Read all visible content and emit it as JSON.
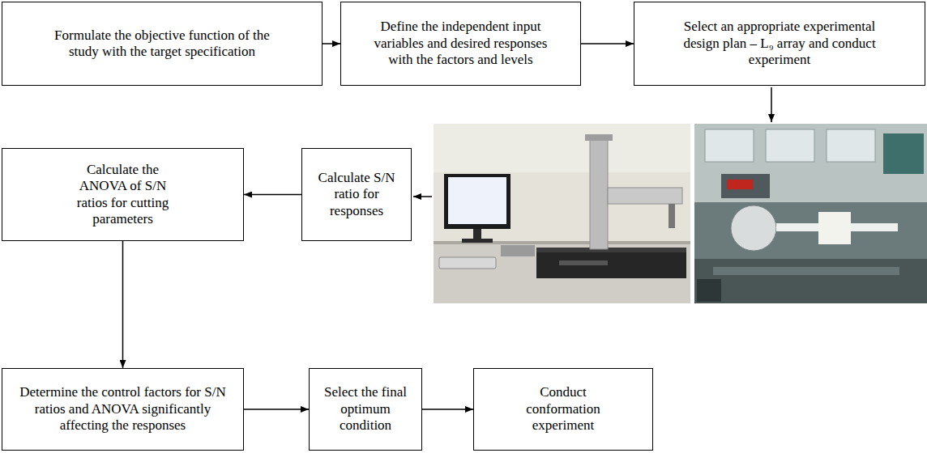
{
  "diagram": {
    "nodes": [
      {
        "text": [
          "Formulate the objective function of the study with the target specification"
        ]
      },
      {
        "text": [
          "Define the independent input variables and desired responses with the factors and levels"
        ]
      },
      {
        "text": [
          "Select an appropriate experimental design plan – L₉ array and conduct experiment"
        ]
      },
      {
        "text": [
          "Calculate S/N ratio for responses"
        ]
      },
      {
        "text": [
          "Calculate the ANOVA of S/N ratios for cutting parameters"
        ]
      },
      {
        "text": [
          "Determine the control factors for S/N ratios and ANOVA significantly affecting the responses"
        ]
      },
      {
        "text": [
          "Select the final optimum condition"
        ]
      },
      {
        "text": [
          "Conduct conformation experiment"
        ]
      }
    ],
    "edges": [
      {
        "from": 0,
        "to": 1,
        "arrow": "to"
      },
      {
        "from": 1,
        "to": 2,
        "arrow": "to"
      },
      {
        "from": 3,
        "to": 4,
        "arrow": "to"
      },
      {
        "from": 4,
        "to": 5,
        "arrow": "to"
      },
      {
        "from": 5,
        "to": 6,
        "arrow": "to"
      },
      {
        "from": 6,
        "to": 7,
        "arrow": "to"
      }
    ]
  }
}
